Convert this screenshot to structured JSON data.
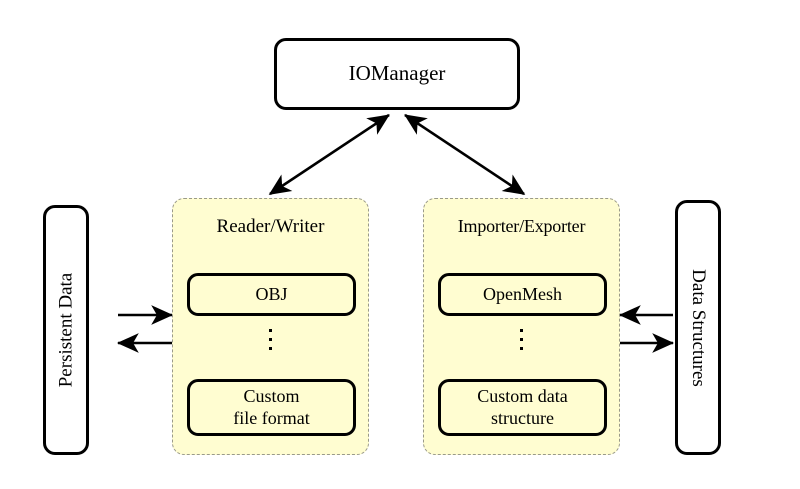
{
  "diagram": {
    "title_node": {
      "label": "IOManager"
    },
    "left_node": {
      "label": "Persistent Data"
    },
    "right_node": {
      "label": "Data Structures"
    },
    "groups": [
      {
        "id": "reader-writer",
        "label": "Reader/Writer",
        "fill_color": "#FFFDD1",
        "border_color": "#9A9A8A",
        "items": [
          {
            "label": "OBJ"
          },
          {
            "label": "Custom\nfile format",
            "line1": "Custom",
            "line2": "file format"
          }
        ],
        "ellipsis": "vertical-dots"
      },
      {
        "id": "importer-exporter",
        "label": "Importer/Exporter",
        "fill_color": "#FFFDD1",
        "border_color": "#9A9A8A",
        "items": [
          {
            "label": "OpenMesh"
          },
          {
            "label": "Custom data\nstructure",
            "line1": "Custom data",
            "line2": "structure"
          }
        ],
        "ellipsis": "vertical-dots"
      }
    ],
    "connections": [
      {
        "name": "iomanager-readerwriter",
        "from": "IOManager",
        "to": "Reader/Writer",
        "style": "double-headed-arrow"
      },
      {
        "name": "iomanager-importerexporter",
        "from": "IOManager",
        "to": "Importer/Exporter",
        "style": "double-headed-arrow"
      },
      {
        "name": "persistentdata-to-readerwriter",
        "from": "Persistent Data",
        "to": "Reader/Writer",
        "style": "arrow-right"
      },
      {
        "name": "readerwriter-to-persistentdata",
        "from": "Reader/Writer",
        "to": "Persistent Data",
        "style": "arrow-left"
      },
      {
        "name": "datastructures-to-importerexporter",
        "from": "Data Structures",
        "to": "Importer/Exporter",
        "style": "arrow-left"
      },
      {
        "name": "importerexporter-to-datastructures",
        "from": "Importer/Exporter",
        "to": "Data Structures",
        "style": "arrow-right"
      }
    ]
  }
}
